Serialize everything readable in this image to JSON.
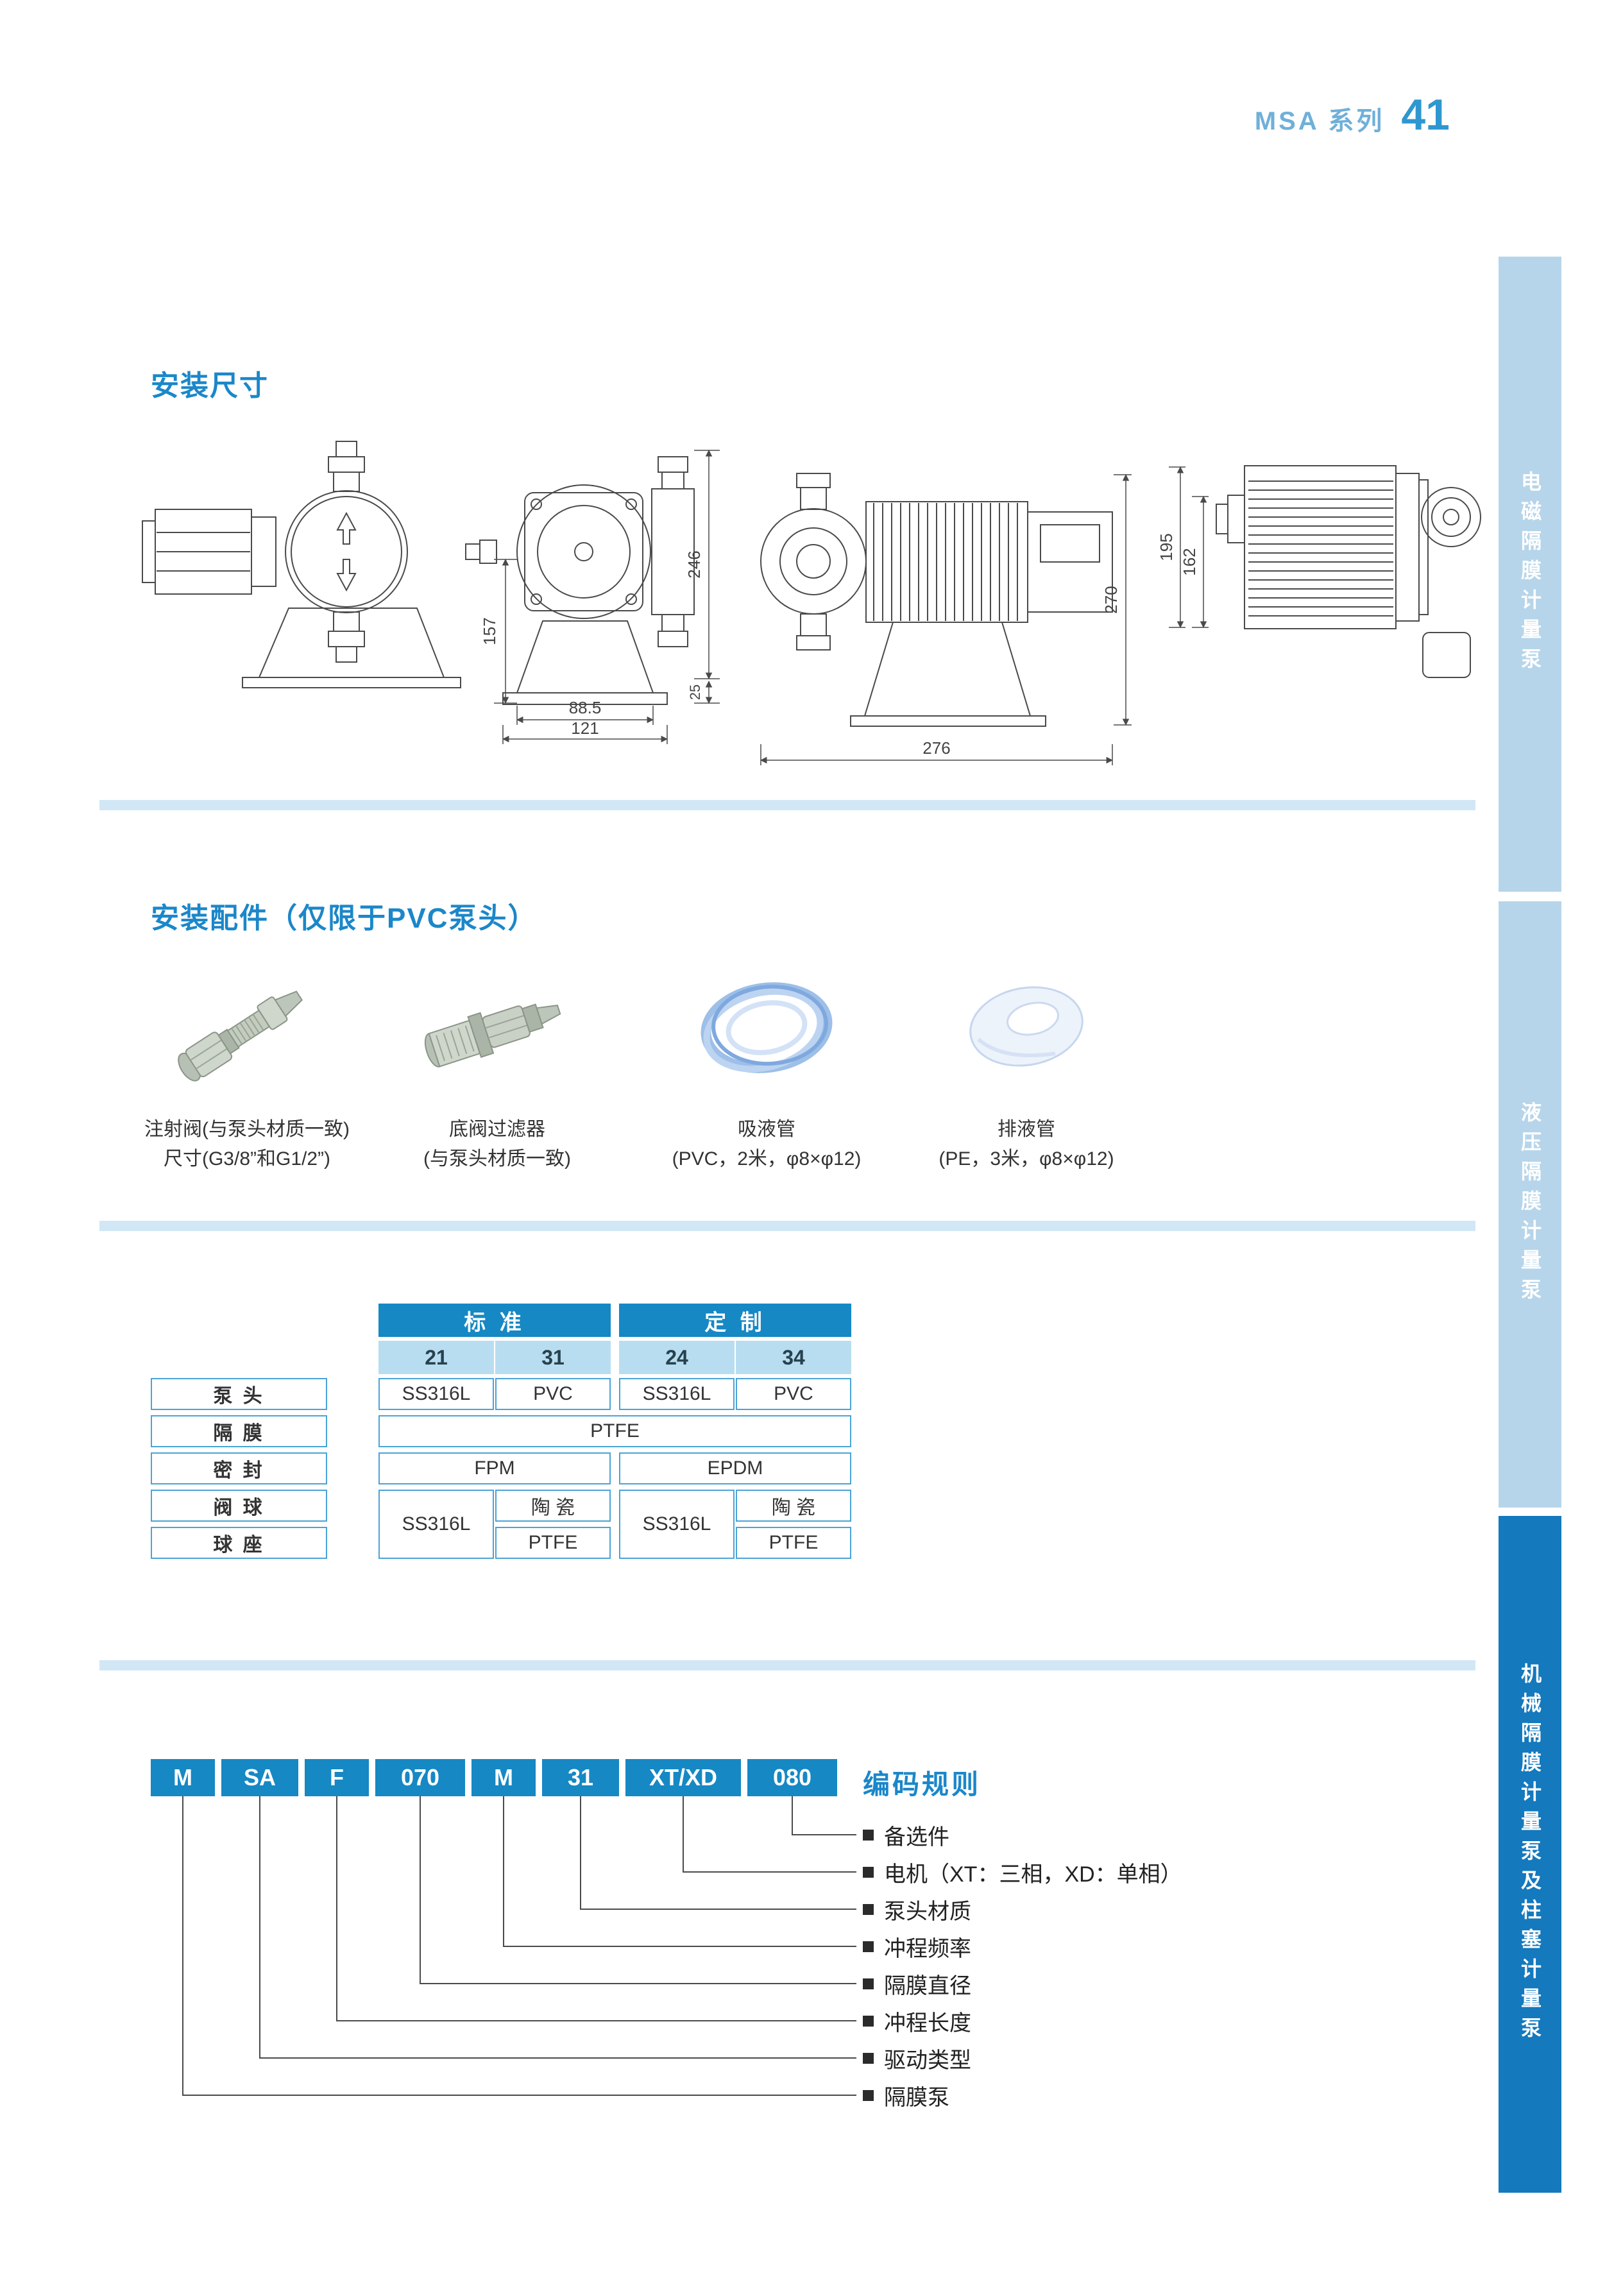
{
  "header": {
    "series": "MSA 系列",
    "page_number": "41"
  },
  "sidebar": {
    "tabs": [
      {
        "label": "电磁隔膜计量泵"
      },
      {
        "label": "液压隔膜计量泵"
      },
      {
        "label": "机械隔膜计量泵及柱塞计量泵"
      }
    ]
  },
  "dimensions_section": {
    "title": "安装尺寸",
    "dims": {
      "d246": "246",
      "d157": "157",
      "d88_5": "88.5",
      "d121": "121",
      "d25": "25",
      "d270": "270",
      "d276": "276",
      "d195": "195",
      "d162": "162"
    }
  },
  "accessories_section": {
    "title": "安装配件（仅限于PVC泵头）",
    "items": [
      {
        "line1": "注射阀(与泵头材质一致)",
        "line2": "尺寸(G3/8”和G1/2”)"
      },
      {
        "line1": "底阀过滤器",
        "line2": "(与泵头材质一致)"
      },
      {
        "line1": "吸液管",
        "line2": "(PVC，2米，φ8×φ12)"
      },
      {
        "line1": "排液管",
        "line2": "(PE，3米，φ8×φ12)"
      }
    ]
  },
  "materials_table": {
    "groups": [
      "标 准",
      "定 制"
    ],
    "columns": [
      "21",
      "31",
      "24",
      "34"
    ],
    "labels": [
      "泵 头",
      "隔 膜",
      "密 封",
      "阀 球",
      "球 座"
    ],
    "pump_head": [
      "SS316L",
      "PVC",
      "SS316L",
      "PVC"
    ],
    "diaphragm": "PTFE",
    "seal": [
      "FPM",
      "EPDM"
    ],
    "valve_ball": [
      "SS316L",
      "陶 瓷",
      "SS316L",
      "陶 瓷"
    ],
    "ball_seat": [
      "PTFE",
      "PTFE"
    ]
  },
  "coding_section": {
    "title": "编码规则",
    "codes": [
      "M",
      "SA",
      "F",
      "070",
      "M",
      "31",
      "XT/XD",
      "080"
    ],
    "legend": [
      "备选件",
      "电机（XT：三相，XD：单相）",
      "泵头材质",
      "冲程频率",
      "隔膜直径",
      "冲程长度",
      "驱动类型",
      "隔膜泵"
    ]
  }
}
